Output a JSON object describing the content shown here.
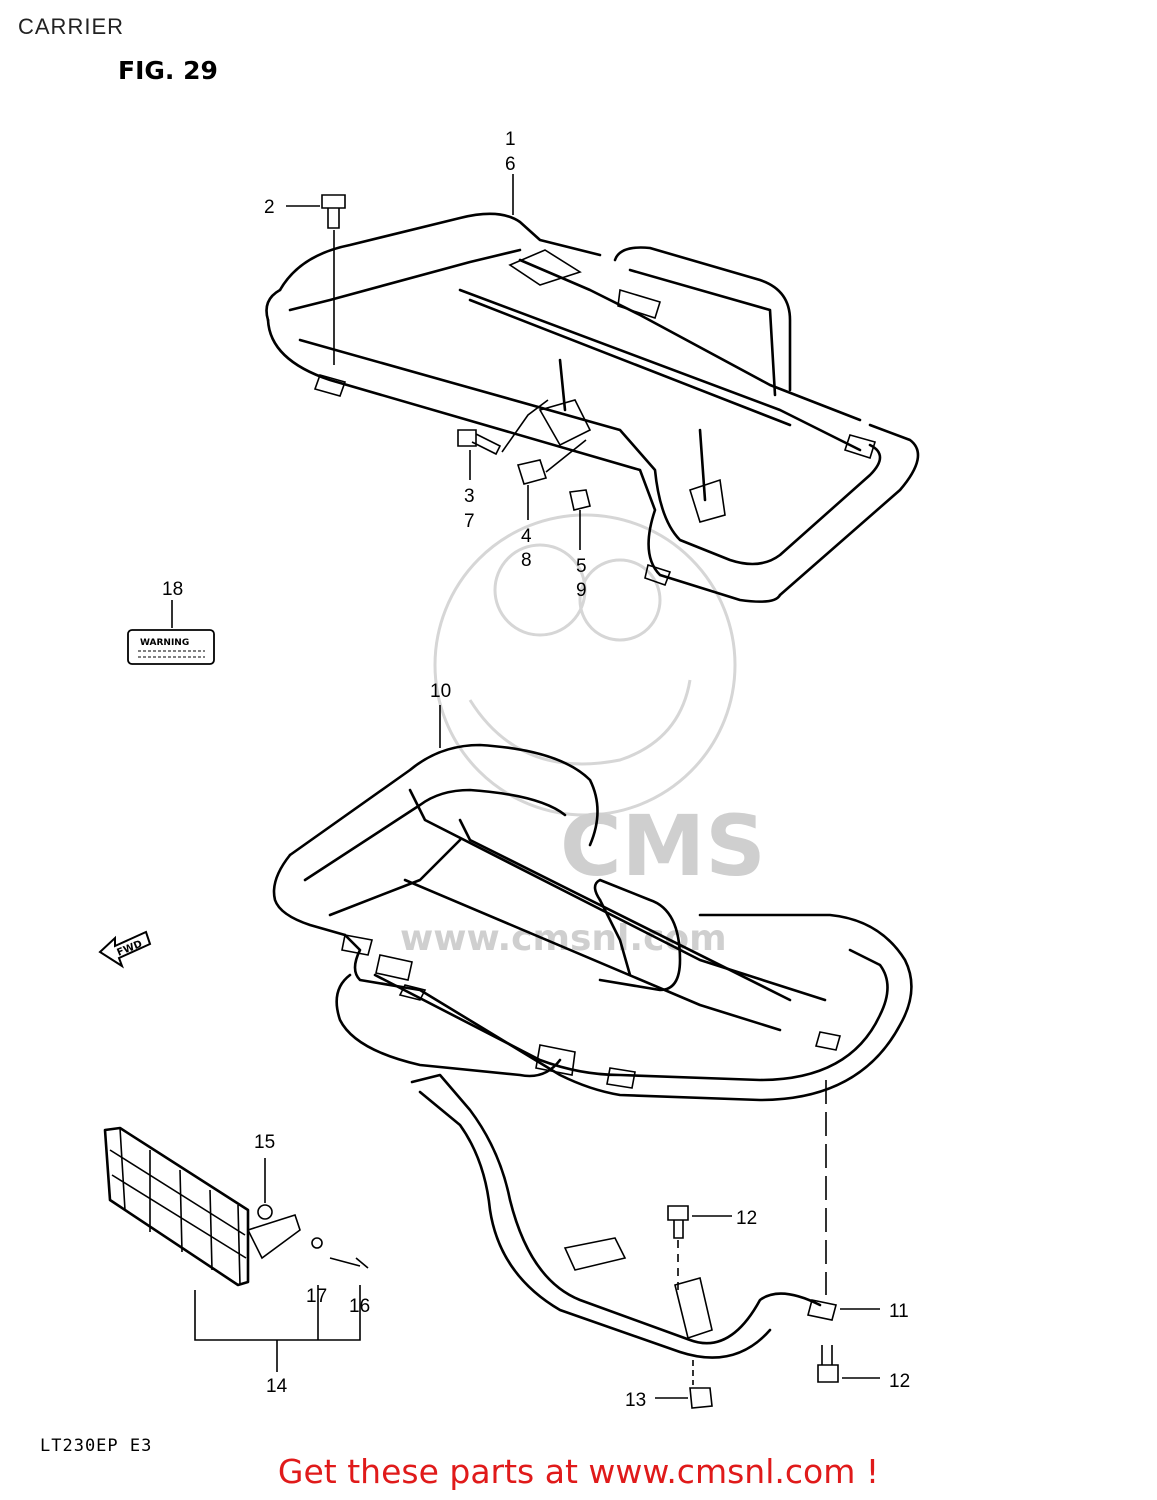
{
  "header": {
    "title": "CARRIER",
    "figure": "FIG. 29"
  },
  "footer": {
    "model_code": "LT230EP  E3",
    "link_text": "Get these parts at www.cmsnl.com !"
  },
  "watermark": {
    "brand": "CMS",
    "url": "www.cmsnl.com"
  },
  "decals": {
    "warning_label": "WARNING",
    "fwd_arrow": "FWD"
  },
  "callouts": {
    "c1": "1",
    "c6": "6",
    "c2": "2",
    "c3": "3",
    "c7": "7",
    "c4": "4",
    "c8": "8",
    "c5": "5",
    "c9": "9",
    "c18": "18",
    "c10": "10",
    "c15": "15",
    "c17": "17",
    "c16": "16",
    "c14": "14",
    "c12a": "12",
    "c11": "11",
    "c12b": "12",
    "c13": "13"
  }
}
